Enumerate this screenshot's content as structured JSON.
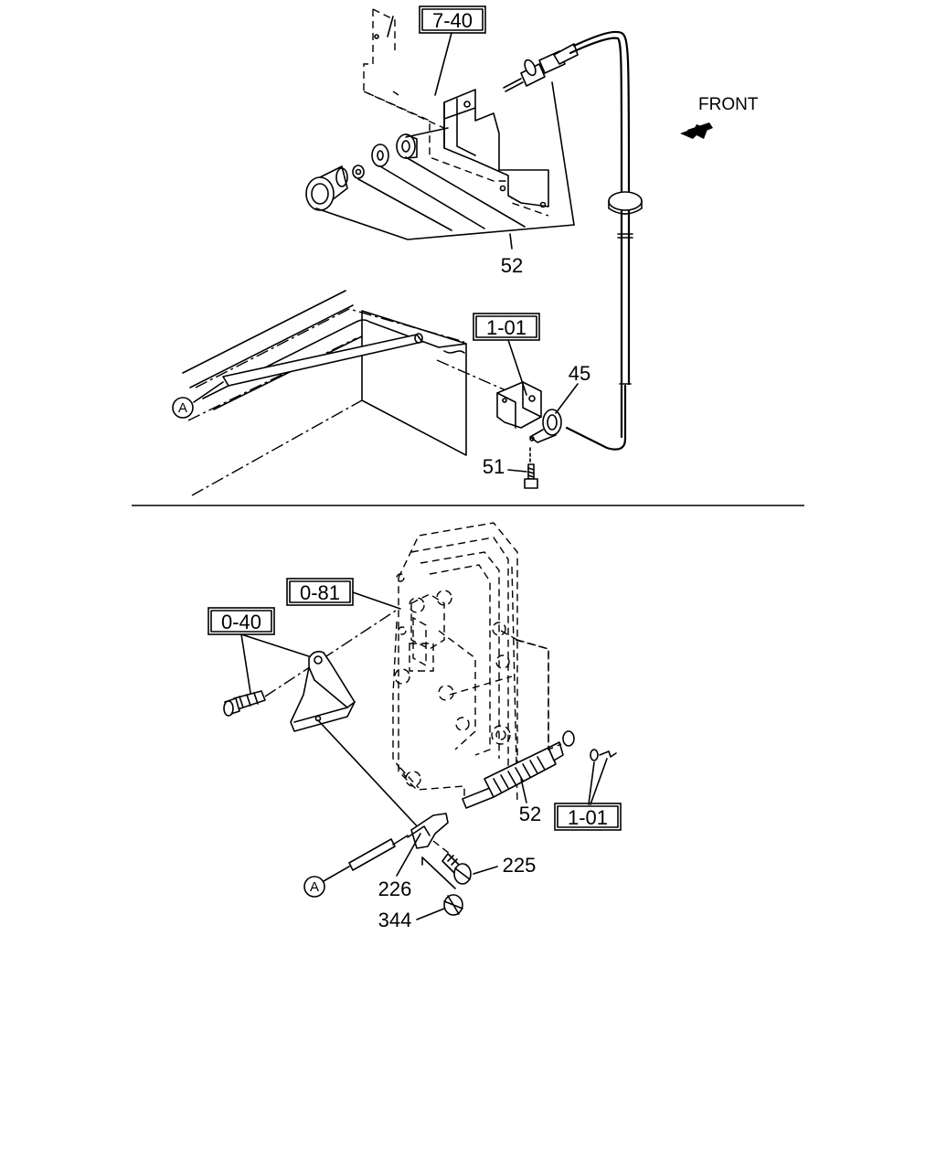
{
  "orientation": {
    "label": "FRONT",
    "icon": "front-arrow-icon"
  },
  "upper_view": {
    "refs": {
      "ref_7_40": "7-40",
      "ref_1_01": "1-01"
    },
    "callouts": {
      "c52": "52",
      "c45": "45",
      "c51": "51"
    },
    "connector": "A"
  },
  "lower_view": {
    "refs": {
      "ref_0_81": "0-81",
      "ref_0_40": "0-40",
      "ref_1_01": "1-01"
    },
    "callouts": {
      "c52": "52",
      "c225": "225",
      "c226": "226",
      "c344": "344"
    },
    "connector": "A"
  }
}
